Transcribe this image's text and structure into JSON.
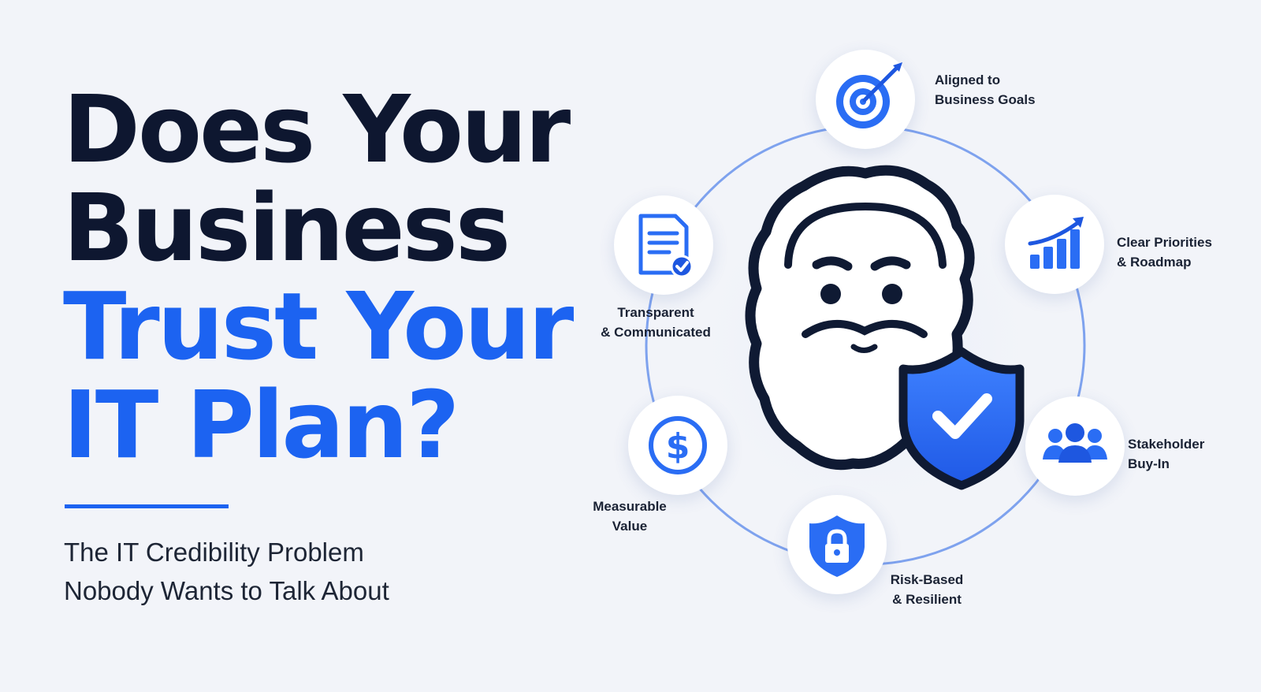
{
  "headline": {
    "line1": "Does Your",
    "line2": "Business",
    "line3": "Trust Your",
    "line4": "IT Plan?"
  },
  "subtitle": {
    "line1": "The IT Credibility Problem",
    "line2": "Nobody Wants to Talk About"
  },
  "colors": {
    "accent": "#1c63f1",
    "dark": "#0e1730",
    "background": "#f2f4f9",
    "shield": "#2a6df4"
  },
  "pillars": [
    {
      "icon": "target-icon",
      "line1": "Aligned to",
      "line2": "Business Goals"
    },
    {
      "icon": "rising-chart-icon",
      "line1": "Clear Priorities",
      "line2": "& Roadmap"
    },
    {
      "icon": "people-group-icon",
      "line1": "Stakeholder",
      "line2": "Buy-In"
    },
    {
      "icon": "lock-shield-icon",
      "line1": "Risk-Based",
      "line2": "& Resilient"
    },
    {
      "icon": "dollar-coin-icon",
      "line1": "Measurable",
      "line2": "Value"
    },
    {
      "icon": "document-check-icon",
      "line1": "Transparent",
      "line2": "& Communicated"
    }
  ],
  "center": {
    "icon": "bearded-face-icon",
    "badge": "shield-check-icon"
  }
}
